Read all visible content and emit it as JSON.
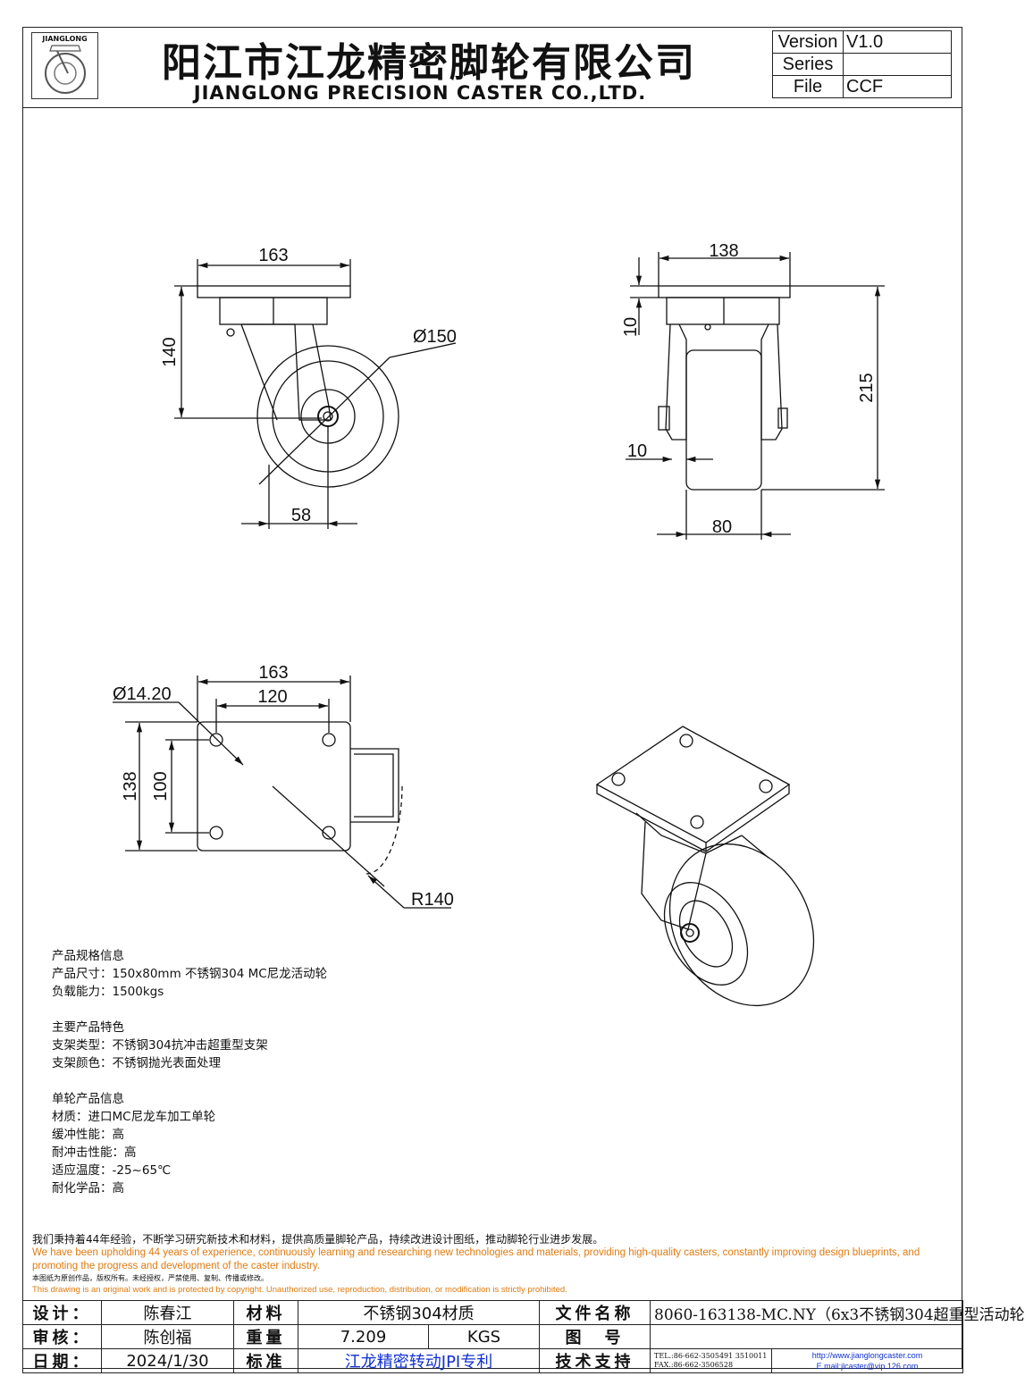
{
  "header": {
    "logo_text": "JIANGLONG",
    "title_cn": "阳江市江龙精密脚轮有限公司",
    "title_en": "JIANGLONG PRECISION CASTER CO.,LTD.",
    "version_label": "Version",
    "version_value": "V1.0",
    "series_label": "Series",
    "series_value": "",
    "file_label": "File",
    "file_value": "CCF"
  },
  "dimensions": {
    "front_top_width": "163",
    "front_height": "140",
    "front_diameter": "Ø150",
    "front_offset": "58",
    "side_top_width": "138",
    "side_plate_thickness": "10",
    "side_total_height": "215",
    "side_axle": "10",
    "side_wheel_width": "80",
    "plate_hole": "Ø14.20",
    "plate_width": "163",
    "plate_hole_span_x": "120",
    "plate_depth": "138",
    "plate_hole_span_y": "100",
    "swivel_radius": "R140"
  },
  "spec_block": {
    "title": "产品规格信息",
    "lines": [
      "产品尺寸：150x80mm 不锈钢304 MC尼龙活动轮",
      "负载能力：1500kgs"
    ]
  },
  "feature_block": {
    "title": "主要产品特色",
    "lines": [
      "支架类型：不锈钢304抗冲击超重型支架",
      "支架颜色：不锈钢抛光表面处理"
    ]
  },
  "wheel_block": {
    "title": "单轮产品信息",
    "lines": [
      "材质：进口MC尼龙车加工单轮",
      "缓冲性能：高",
      "耐冲击性能：高",
      "适应温度：-25~65℃",
      "耐化学品：高"
    ]
  },
  "notes": {
    "cn": "我们秉持着44年经验，不断学习研究新技术和材料，提供高质量脚轮产品，持续改进设计图纸，推动脚轮行业进步发展。",
    "en": "We have been upholding 44 years of experience, continuously learning and researching new technologies and materials, providing high-quality casters, constantly improving design blueprints, and promoting the progress and development of the caster industry.",
    "copyright_cn": "本图纸为原创作品，版权所有。未经授权，严禁使用、复制、传播或修改。",
    "copyright_en": "This drawing is an original work and is protected by copyright. Unauthorized use, reproduction, distribution, or modification is strictly prohibited."
  },
  "title_block": {
    "design_label": "设计：",
    "designer": "陈春江",
    "material_label": "材料",
    "material": "不锈钢304材质",
    "filename_label": "文件名称",
    "filename": "8060-163138-MC.NY（6x3不锈钢304超重型活动轮",
    "review_label": "审核：",
    "reviewer": "陈创福",
    "weight_label": "重量",
    "weight": "7.209",
    "weight_unit": "KGS",
    "figure_label": "图　号",
    "figure_no": "",
    "date_label": "日期：",
    "date": "2024/1/30",
    "standard_label": "标准",
    "standard": "江龙精密转动JPI专利",
    "support_label": "技术支持",
    "tel": "TEL.:86-662-3505491 3510011",
    "fax": "FAX.:86-662-3506528",
    "website": "http://www.jianglongcaster.com",
    "email": "E.mail:jlcaster@vip.126.com"
  }
}
